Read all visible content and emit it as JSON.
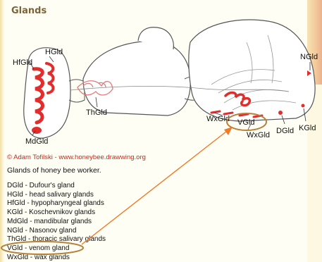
{
  "heading": "Glands",
  "diagram": {
    "labels": {
      "hgld": "HGld",
      "hfgld": "HfGld",
      "thgld": "ThGld",
      "mdgld": "MdGld",
      "ngld": "NGld",
      "wxgld_left": "WxGld",
      "vgld": "VGld",
      "wxgld_bottom": "WxGld",
      "dgld": "DGld",
      "kgld": "KGld"
    }
  },
  "credit": "© Adam Tofilski - www.honeybee.drawwing.org",
  "caption": "Glands of honey bee worker.",
  "legend": [
    "DGld - Dufour's gland",
    "HGld - head salivary glands",
    "HfGld - hypopharyngeal glands",
    "KGld - Koschevnikov glands",
    "MdGld - mandibular glands",
    "NGld - Nasonov gland",
    "ThGld - thoracic salivary glands",
    "VGld - venom gland",
    "WxGld - wax glands"
  ],
  "annotation": {
    "color": "#b5813a",
    "arrow_color": "#f07a28"
  },
  "colors": {
    "gland_red": "#e22d2d",
    "outline": "#555555",
    "accent": "#f3c89a"
  }
}
